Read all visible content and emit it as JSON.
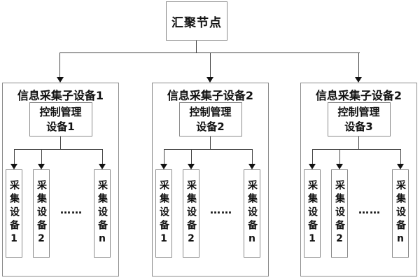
{
  "diagram": {
    "root_label": "汇聚节点",
    "groups": [
      {
        "title": "信息采集子设备1",
        "controller_line1": "控制管理",
        "controller_line2": "设备1",
        "device1": "采集设备1",
        "device2": "采集设备2",
        "device_n": "采集设备n",
        "ellipsis": "……"
      },
      {
        "title": "信息采集子设备2",
        "controller_line1": "控制管理",
        "controller_line2": "设备2",
        "device1": "采集设备1",
        "device2": "采集设备2",
        "device_n": "采集设备n",
        "ellipsis": "……"
      },
      {
        "title": "信息采集子设备2",
        "controller_line1": "控制管理",
        "controller_line2": "设备3",
        "device1": "采集设备1",
        "device2": "采集设备2",
        "device_n": "采集设备n",
        "ellipsis": "……"
      }
    ],
    "colors": {
      "background": "#ffffff",
      "box_border": "#8a8a8a",
      "line": "#444444",
      "arrow": "#111111",
      "text": "#111111"
    }
  }
}
